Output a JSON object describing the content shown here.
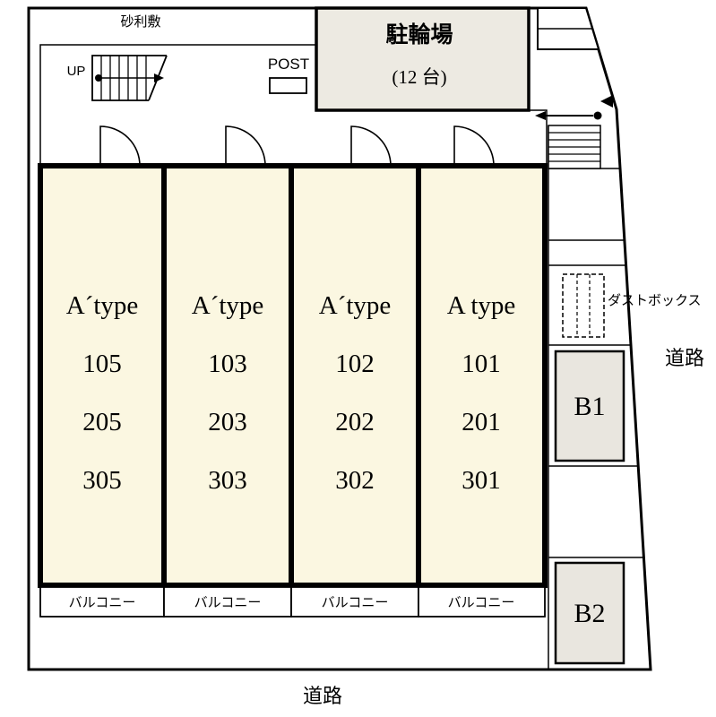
{
  "plan": {
    "gravel": "砂利敷",
    "up": "UP",
    "post": "POST",
    "bike_parking": {
      "name": "駐輪場",
      "capacity": "(12 台)"
    },
    "dust_box": "ダストボックス",
    "balcony": "バルコニー",
    "road_right": "道路",
    "road_bottom": "道路"
  },
  "units": [
    {
      "type": "A´type",
      "rooms": [
        "105",
        "205",
        "305"
      ]
    },
    {
      "type": "A´type",
      "rooms": [
        "103",
        "203",
        "303"
      ]
    },
    {
      "type": "A´type",
      "rooms": [
        "102",
        "202",
        "302"
      ]
    },
    {
      "type": "A type",
      "rooms": [
        "101",
        "201",
        "301"
      ]
    }
  ],
  "parking_spaces": [
    {
      "label": "B1"
    },
    {
      "label": "B2"
    }
  ],
  "colors": {
    "unit_fill": "#FBF7E1",
    "bike_fill": "#EDEAE2",
    "parking_fill": "#E9E6DF",
    "line": "#000000"
  }
}
